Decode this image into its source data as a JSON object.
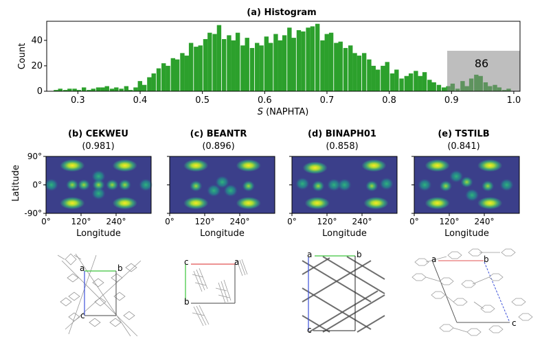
{
  "figure": {
    "histogram_title": "(a) Histogram",
    "histogram_ylabel": "Count",
    "histogram_xlabel_italic": "S",
    "histogram_xlabel_rest": " (NAPHTA)",
    "highlight_count": "86",
    "latitude_label": "Latitude",
    "longitude_label": "Longitude",
    "lat_ticks": [
      "90°",
      "0°",
      "-90°"
    ],
    "lon_ticks": [
      "0°",
      "120°",
      "240°"
    ]
  },
  "panels": [
    {
      "title": "(b) CEKWEU",
      "score": "(0.981)",
      "axis_labels": [
        "a",
        "b",
        "c"
      ]
    },
    {
      "title": "(c) BEANTR",
      "score": "(0.896)",
      "axis_labels": [
        "c",
        "a",
        "b"
      ]
    },
    {
      "title": "(d) BINAPH01",
      "score": "(0.858)",
      "axis_labels": [
        "a",
        "b",
        "c"
      ]
    },
    {
      "title": "(e) TSTILB",
      "score": "(0.841)",
      "axis_labels": [
        "a",
        "b",
        "c"
      ]
    }
  ],
  "chart_data": {
    "type": "bar",
    "title": "(a) Histogram",
    "xlabel": "S (NAPHTA)",
    "ylabel": "Count",
    "xlim": [
      0.25,
      1.01
    ],
    "ylim": [
      0,
      55
    ],
    "xticks": [
      0.3,
      0.4,
      0.5,
      0.6,
      0.7,
      0.8,
      0.9,
      1.0
    ],
    "yticks": [
      0,
      20,
      40
    ],
    "bin_width": 0.0075,
    "x": [
      0.265,
      0.272,
      0.28,
      0.287,
      0.295,
      0.302,
      0.31,
      0.318,
      0.325,
      0.333,
      0.34,
      0.347,
      0.355,
      0.362,
      0.37,
      0.378,
      0.385,
      0.393,
      0.4,
      0.407,
      0.415,
      0.422,
      0.43,
      0.438,
      0.445,
      0.453,
      0.46,
      0.468,
      0.475,
      0.482,
      0.49,
      0.497,
      0.505,
      0.512,
      0.52,
      0.527,
      0.535,
      0.543,
      0.55,
      0.557,
      0.565,
      0.572,
      0.58,
      0.588,
      0.595,
      0.603,
      0.61,
      0.618,
      0.625,
      0.632,
      0.64,
      0.647,
      0.655,
      0.662,
      0.67,
      0.677,
      0.685,
      0.693,
      0.7,
      0.707,
      0.715,
      0.722,
      0.73,
      0.738,
      0.745,
      0.752,
      0.76,
      0.768,
      0.775,
      0.782,
      0.79,
      0.797,
      0.805,
      0.812,
      0.82,
      0.828,
      0.835,
      0.843,
      0.85,
      0.857,
      0.865,
      0.872,
      0.88,
      0.888,
      0.895,
      0.902,
      0.91,
      0.918,
      0.925,
      0.932,
      0.94,
      0.947,
      0.955,
      0.962,
      0.97,
      0.977,
      0.985,
      0.992
    ],
    "values": [
      1,
      2,
      1,
      2,
      2,
      1,
      3,
      1,
      2,
      3,
      3,
      4,
      2,
      3,
      2,
      4,
      1,
      3,
      8,
      5,
      11,
      14,
      18,
      22,
      20,
      26,
      25,
      30,
      28,
      38,
      35,
      36,
      41,
      46,
      45,
      52,
      41,
      44,
      40,
      46,
      36,
      42,
      34,
      38,
      36,
      43,
      38,
      45,
      40,
      44,
      50,
      42,
      48,
      47,
      50,
      51,
      53,
      40,
      45,
      46,
      38,
      39,
      34,
      36,
      30,
      28,
      30,
      25,
      20,
      17,
      20,
      23,
      14,
      17,
      10,
      12,
      14,
      16,
      12,
      15,
      9,
      7,
      5,
      3,
      4,
      6,
      2,
      8,
      4,
      10,
      13,
      12,
      7,
      4,
      5,
      3,
      1,
      2
    ],
    "highlight": {
      "x_range": [
        0.89,
        1.01
      ],
      "count": 86
    }
  }
}
